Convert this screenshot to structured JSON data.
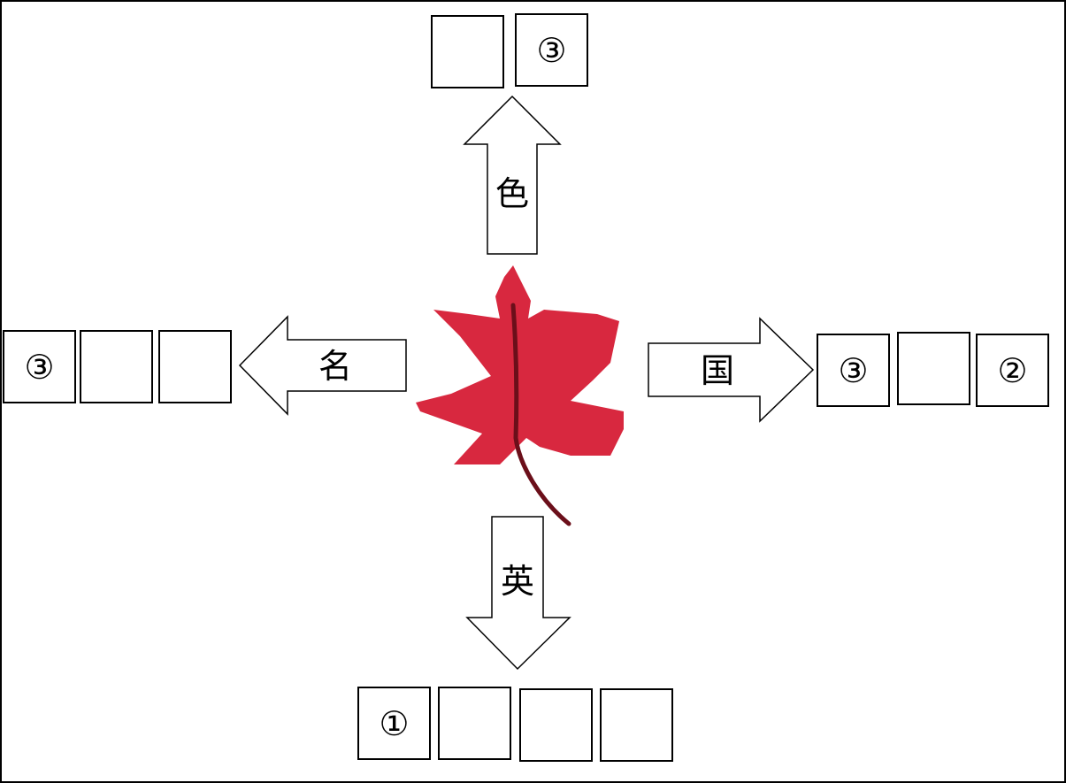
{
  "colors": {
    "leaf": "#d8283f",
    "vein": "#6b0f1a",
    "border": "#000000"
  },
  "arrows": {
    "up": {
      "label": "色"
    },
    "left": {
      "label": "名"
    },
    "right": {
      "label": "国"
    },
    "down": {
      "label": "英"
    }
  },
  "boxes": {
    "top": [
      "",
      "③"
    ],
    "left": [
      "③",
      "",
      ""
    ],
    "right": [
      "③",
      "",
      "②"
    ],
    "bottom": [
      "①",
      "",
      "",
      ""
    ]
  },
  "center_image": {
    "icon": "maple-leaf-icon"
  }
}
